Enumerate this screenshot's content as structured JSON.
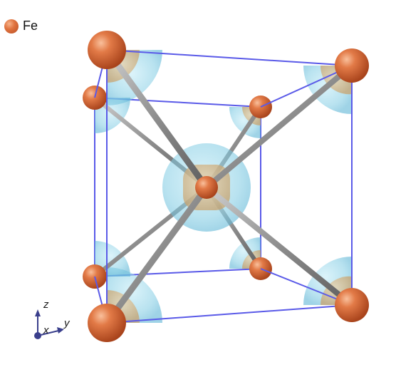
{
  "legend": {
    "items": [
      {
        "label": "Fe",
        "color": "#d8693a"
      }
    ]
  },
  "axes": {
    "x": "x",
    "y": "y",
    "z": "z"
  },
  "colors": {
    "cell_edge": "#5a5ae8",
    "atom": "#d8693a",
    "bond": "#9a9a9a",
    "isosurface_outer": "#8fd5ea",
    "isosurface_inner": "#d9b98c"
  }
}
